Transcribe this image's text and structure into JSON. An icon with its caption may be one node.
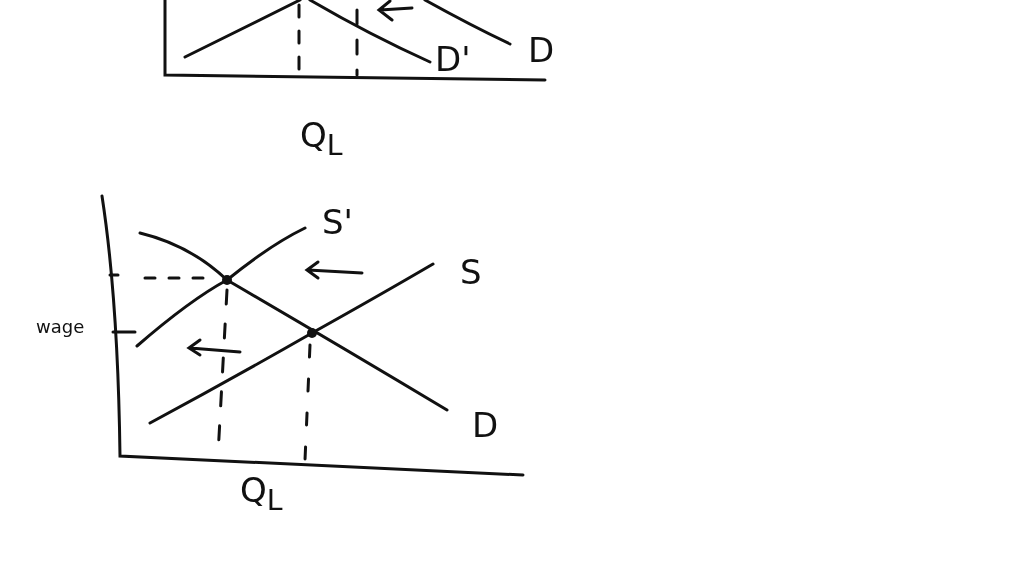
{
  "diagram": {
    "labels": [
      "D'",
      "D",
      "Q$_{L}$",
      "S'",
      "S",
      "wage",
      "D",
      "Q$_{L}$"
    ]
  }
}
